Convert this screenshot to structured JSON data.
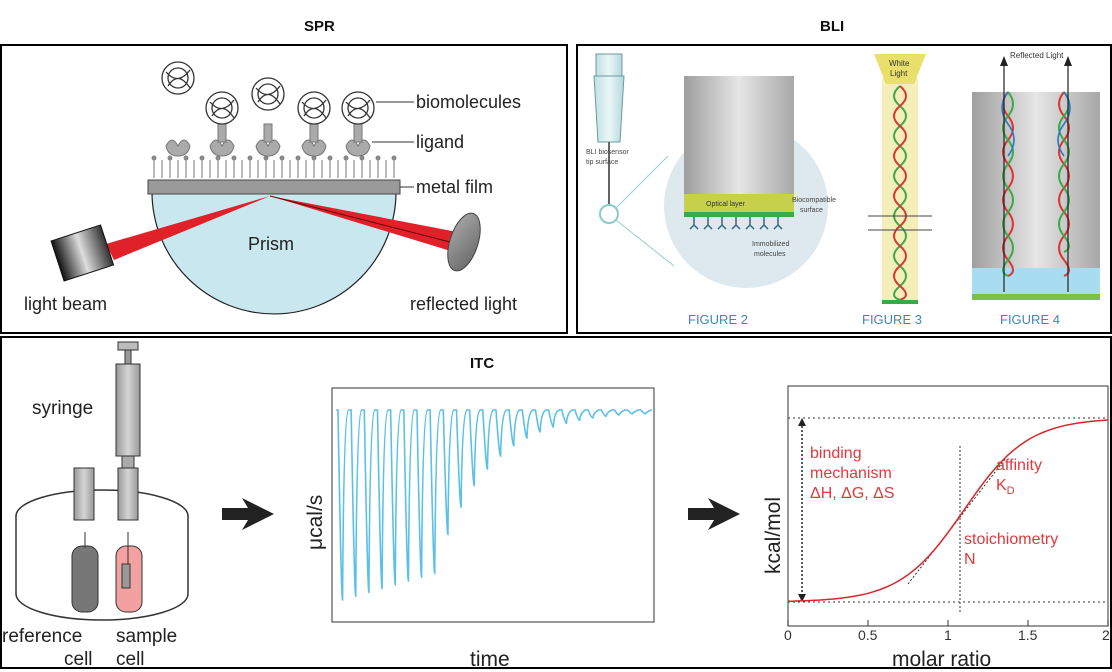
{
  "titles": {
    "spr": "SPR",
    "bli": "BLI",
    "itc": "ITC"
  },
  "spr": {
    "labels": {
      "biomolecules": "biomolecules",
      "ligand": "ligand",
      "metal_film": "metal film",
      "prism": "Prism",
      "light_beam": "light beam",
      "reflected_light": "reflected light"
    }
  },
  "bli": {
    "fig2": {
      "tip_label_1": "BLI biosensor",
      "tip_label_2": "tip surface",
      "optical_layer": "Optical layer",
      "biocompatible_1": "Biocompatible",
      "biocompatible_2": "surface",
      "immobilized_1": "Immobilized",
      "immobilized_2": "molecules",
      "caption": "FIGURE 2"
    },
    "fig3": {
      "white_1": "White",
      "white_2": "Light",
      "caption": "FIGURE 3"
    },
    "fig4": {
      "reflected": "Reflected Light",
      "caption": "FIGURE 4"
    }
  },
  "itc": {
    "apparatus": {
      "syringe": "syringe",
      "reference_1": "reference",
      "reference_2": "cell",
      "sample_1": "sample",
      "sample_2": "cell"
    },
    "thermogram": {
      "ylabel": "μcal/s",
      "xlabel": "time"
    },
    "isotherm": {
      "ylabel": "kcal/mol",
      "xlabel": "molar ratio",
      "xticks": [
        "0",
        "0.5",
        "1",
        "1.5",
        "2"
      ],
      "binding_1": "binding",
      "binding_2": "mechanism",
      "binding_3": "ΔH, ΔG, ΔS",
      "affinity": "affinity",
      "kd_main": "K",
      "kd_sub": "D",
      "stoich_1": "stoichiometry",
      "stoich_2": "N"
    },
    "colors": {
      "thermogram": "#5bc0e8",
      "isotherm": "#d9262b",
      "annotation": "#e0393e"
    }
  }
}
